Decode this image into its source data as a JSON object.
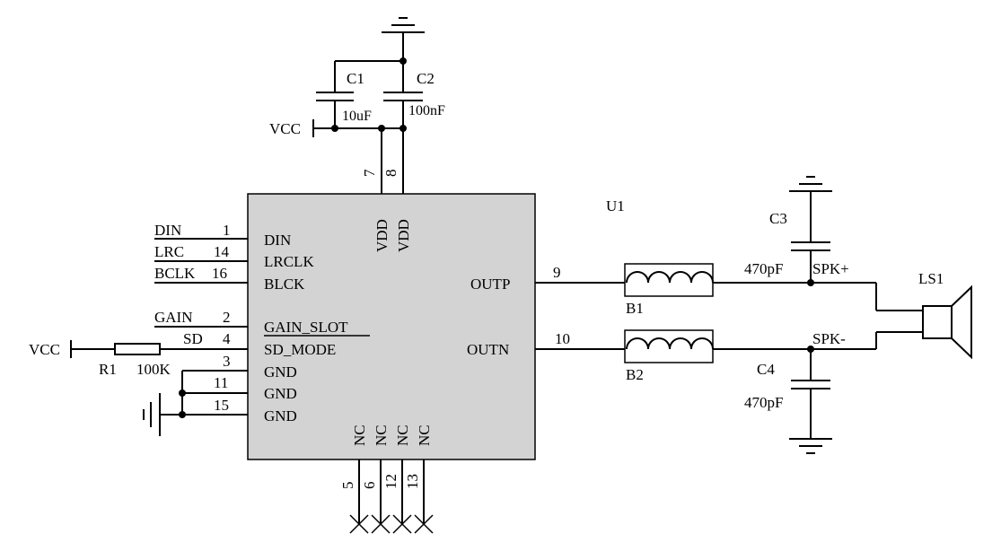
{
  "ic": {
    "ref": "U1",
    "pins_left": [
      {
        "net": "DIN",
        "num": "1",
        "name": "DIN"
      },
      {
        "net": "LRC",
        "num": "14",
        "name": "LRCLK"
      },
      {
        "net": "BCLK",
        "num": "16",
        "name": "BLCK"
      },
      {
        "net": "GAIN",
        "num": "2",
        "name": "GAIN_SLOT"
      },
      {
        "net": "SD",
        "num": "4",
        "name": "SD_MODE"
      },
      {
        "net": "",
        "num": "3",
        "name": "GND"
      },
      {
        "net": "",
        "num": "11",
        "name": "GND"
      },
      {
        "net": "",
        "num": "15",
        "name": "GND"
      }
    ],
    "pins_top": [
      {
        "num": "7",
        "name": "VDD"
      },
      {
        "num": "8",
        "name": "VDD"
      }
    ],
    "pins_right": [
      {
        "num": "9",
        "name": "OUTP"
      },
      {
        "num": "10",
        "name": "OUTN"
      }
    ],
    "pins_bottom": [
      {
        "num": "5",
        "name": "NC"
      },
      {
        "num": "6",
        "name": "NC"
      },
      {
        "num": "12",
        "name": "NC"
      },
      {
        "num": "13",
        "name": "NC"
      }
    ]
  },
  "capacitors": [
    {
      "ref": "C1",
      "value": "10uF"
    },
    {
      "ref": "C2",
      "value": "100nF"
    },
    {
      "ref": "C3",
      "value": "470pF"
    },
    {
      "ref": "C4",
      "value": "470pF"
    }
  ],
  "resistor": {
    "ref": "R1",
    "value": "100K"
  },
  "beads": [
    {
      "ref": "B1"
    },
    {
      "ref": "B2"
    }
  ],
  "speaker": {
    "ref": "LS1",
    "net_pos": "SPK+",
    "net_neg": "SPK-"
  },
  "power": {
    "vcc_top": "VCC",
    "vcc_left": "VCC"
  }
}
